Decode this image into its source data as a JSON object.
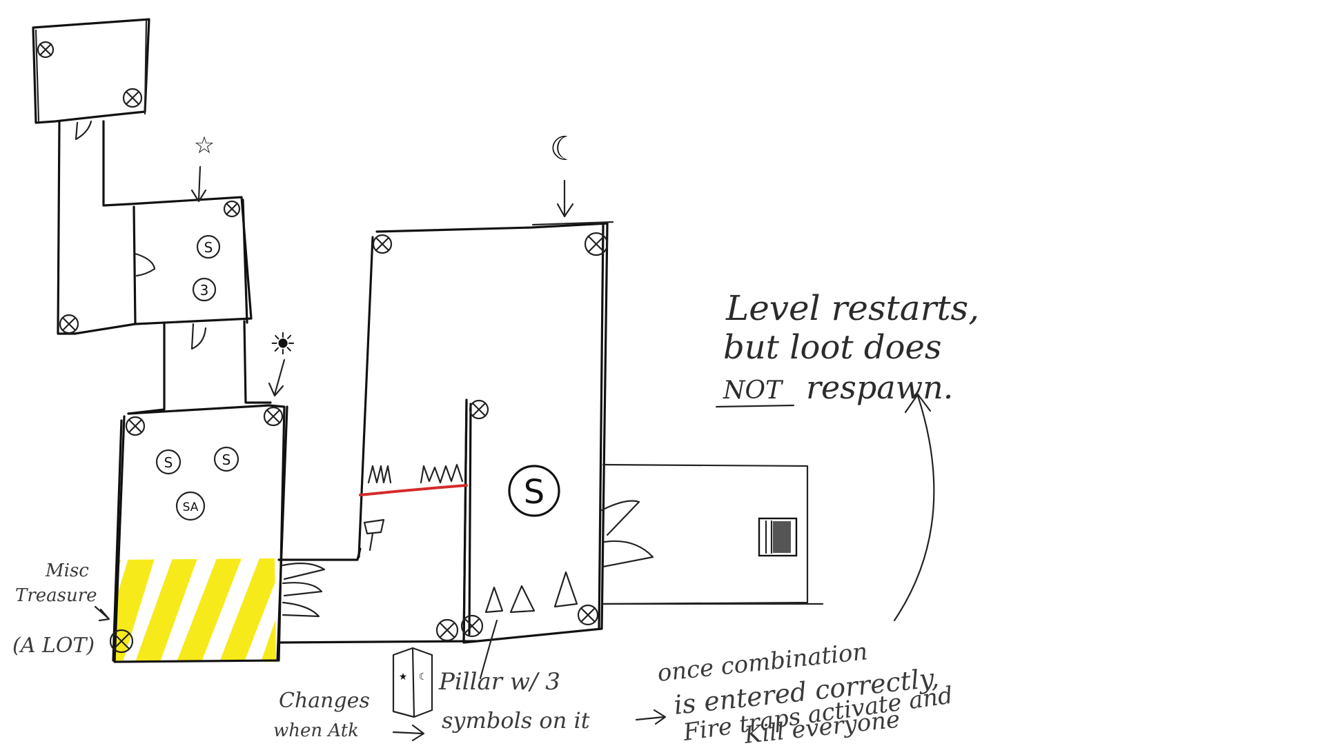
{
  "notes": {
    "misc_treasure_line1": "Misc",
    "misc_treasure_line2": "Treasure",
    "misc_treasure_line3": "(A LOT)",
    "changes_line1": "Changes",
    "changes_line2": "when Atk",
    "pillar_line1": "Pillar w/ 3",
    "pillar_line2": "symbols on it",
    "combination_line1": "once combination",
    "combination_line2": "is entered correctly,",
    "combination_line3": "Fire traps activate and",
    "combination_line4": "Kill everyone",
    "restart_line1": "Level restarts,",
    "restart_line2": "but loot does",
    "restart_emphasis": "NOT",
    "restart_line3_rest": "respawn."
  },
  "symbols": {
    "star": "☆",
    "moon": "☾",
    "sun": "☀",
    "room2_token_a": "S",
    "room2_token_b": "3",
    "room3_token_a": "S",
    "room3_token_b": "S",
    "room3_token_c": "SA",
    "big_token": "S",
    "pillar_face_left": "★",
    "pillar_face_right": "☾"
  },
  "colors": {
    "ink": "#111111",
    "treasure_stripe": "#f7ea1a",
    "laser_line": "#d42a2a",
    "dark_fill": "#555555"
  }
}
